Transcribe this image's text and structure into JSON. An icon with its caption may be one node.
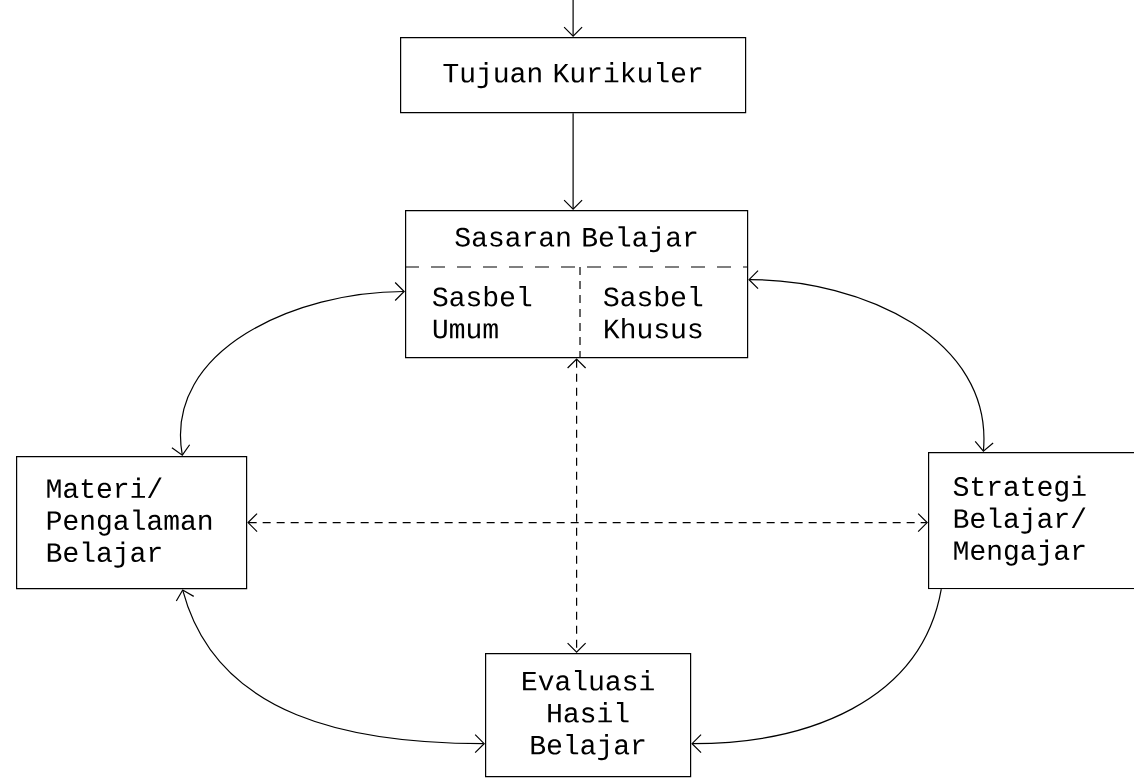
{
  "diagram": {
    "nodes": [
      {
        "text": [
          "Tujuan Kurikuler"
        ]
      },
      {
        "text": [
          "Sasaran Belajar"
        ]
      },
      {
        "text": [
          "Sasbel Umum"
        ],
        "in": 1
      },
      {
        "text": [
          "Sasbel Khusus"
        ],
        "in": 1
      },
      {
        "text": [
          "Materi/ Pengalaman Belajar"
        ]
      },
      {
        "text": [
          "Strategi Belajar/ Mengajar"
        ]
      },
      {
        "text": [
          "Evaluasi Hasil Belajar"
        ]
      }
    ],
    "edges": [
      {
        "from": null,
        "to": 0,
        "arrow": "to"
      },
      {
        "from": 0,
        "to": 1,
        "arrow": "to"
      },
      {
        "from": 4,
        "to": 1,
        "arrow": "both"
      },
      {
        "from": 1,
        "to": 5,
        "arrow": "both"
      },
      {
        "from": 1,
        "to": 6,
        "arrow": "both",
        "style": "dashed"
      },
      {
        "from": 4,
        "to": 5,
        "arrow": "both",
        "style": "dashed"
      },
      {
        "from": 4,
        "to": 6,
        "arrow": "both"
      },
      {
        "from": 5,
        "to": 6,
        "arrow": "to"
      }
    ]
  }
}
